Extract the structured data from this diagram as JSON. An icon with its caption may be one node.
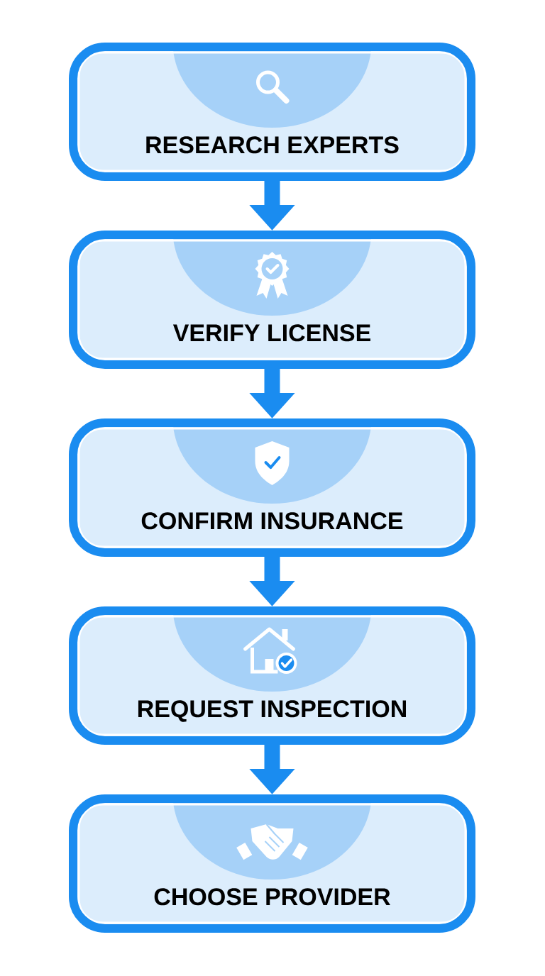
{
  "diagram": {
    "nodes": [
      {
        "text": [
          "RESEARCH EXPERTS"
        ]
      },
      {
        "text": [
          "VERIFY LICENSE"
        ]
      },
      {
        "text": [
          "CONFIRM INSURANCE"
        ]
      },
      {
        "text": [
          "REQUEST INSPECTION"
        ]
      },
      {
        "text": [
          "CHOOSE PROVIDER"
        ]
      }
    ],
    "edges": [
      {
        "from": 0,
        "to": 1,
        "arrow": "to"
      },
      {
        "from": 1,
        "to": 2,
        "arrow": "to"
      },
      {
        "from": 2,
        "to": 3,
        "arrow": "to"
      },
      {
        "from": 3,
        "to": 4,
        "arrow": "to"
      }
    ]
  }
}
